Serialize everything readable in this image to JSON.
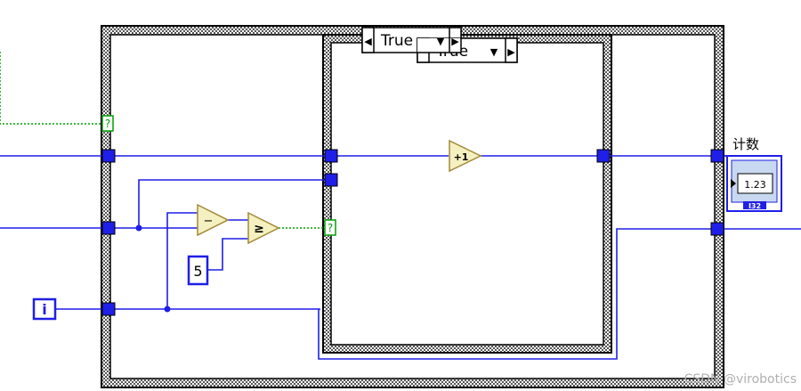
{
  "outer_case": {
    "selector_label": "True",
    "prev_arrow": "◀",
    "next_arrow": "▶",
    "dropdown": "▼"
  },
  "inner_case": {
    "selector_label": "True",
    "prev_arrow": "◀",
    "next_arrow": "▶",
    "dropdown": "▼"
  },
  "case_terminal_symbol": "?",
  "increment_node": {
    "label": "+1"
  },
  "subtract_node": {
    "label": "−"
  },
  "greater_equal_node": {
    "label": "≥"
  },
  "constant": {
    "value": "5"
  },
  "iteration_terminal": {
    "label": "i"
  },
  "indicator": {
    "label": "计数",
    "display": "1.23",
    "type": "I32"
  },
  "watermark": "CSDN @virobotics",
  "colors": {
    "wire_blue": "#1f1fe8",
    "boolean_green": "#00a000",
    "node_fill": "#f5f0c0",
    "node_stroke": "#a08a3a",
    "frame_gray": "#8c8c8c"
  }
}
